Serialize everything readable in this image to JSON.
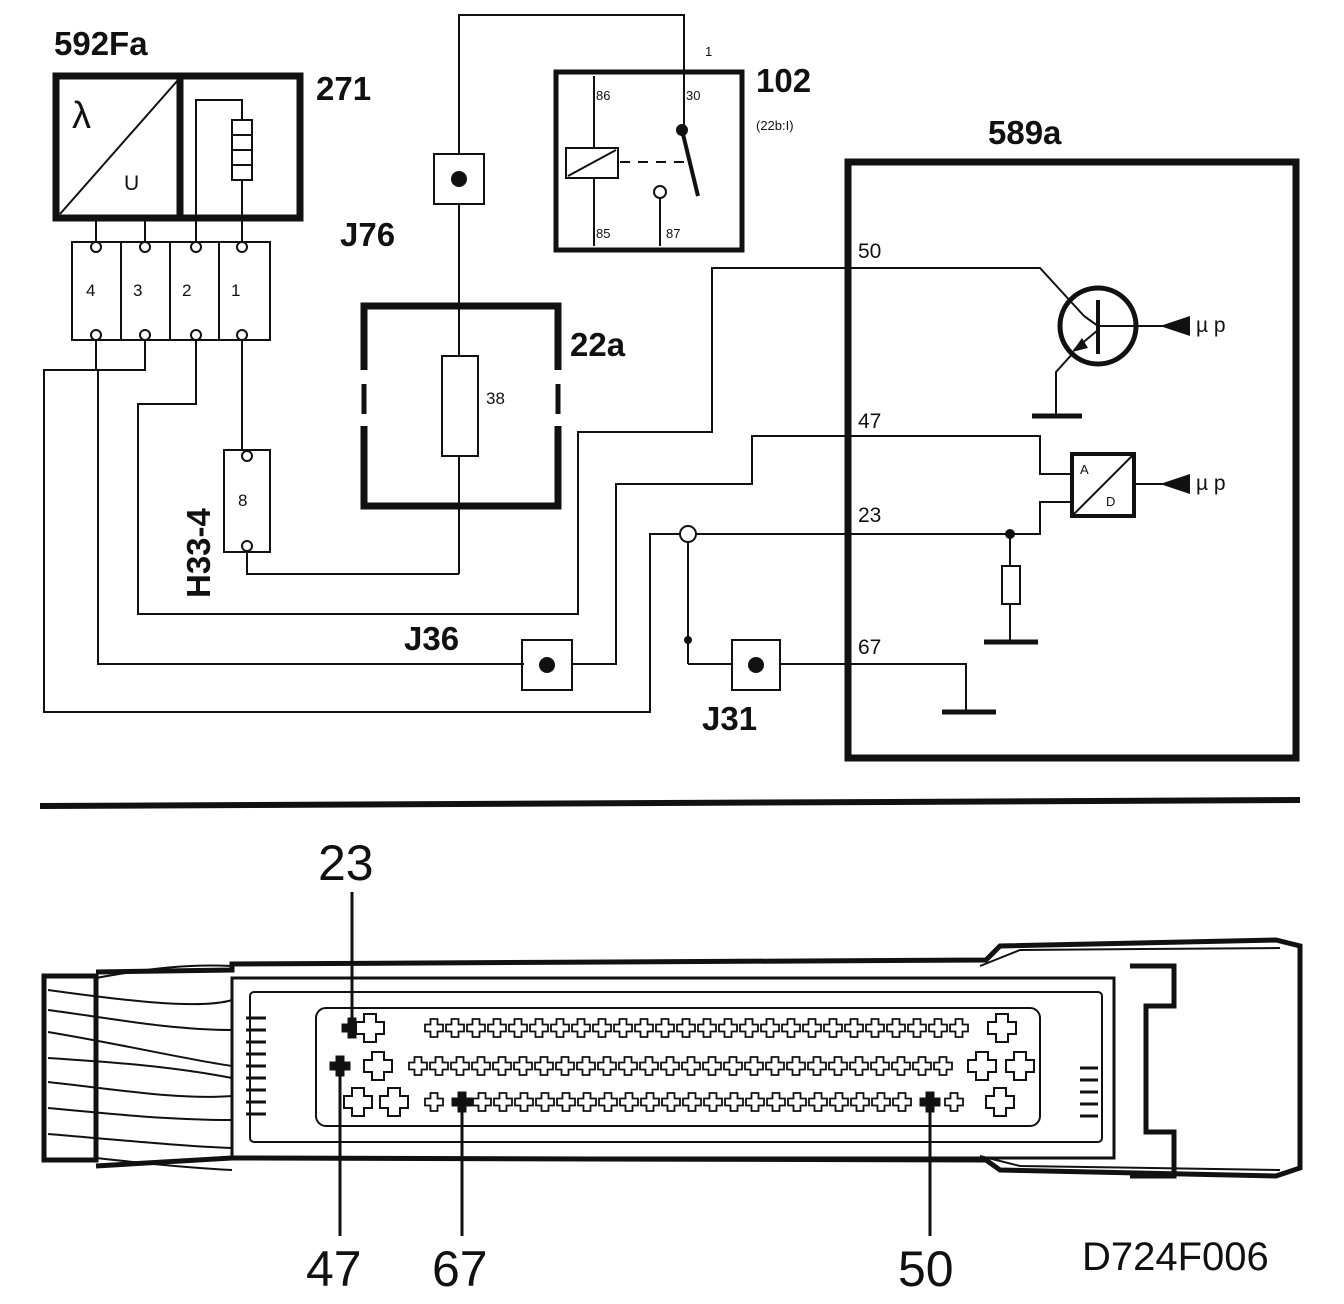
{
  "components": {
    "lambda_sensor": {
      "label": "592Fa",
      "symbol_lambda": "λ",
      "symbol_u": "U"
    },
    "heater": {
      "label": "271"
    },
    "relay": {
      "label": "102",
      "sub": "(22b:I)",
      "pin_top": "1",
      "pin_86": "86",
      "pin_30": "30",
      "pin_85": "85",
      "pin_87": "87"
    },
    "connector_j76": {
      "label": "J76"
    },
    "fuse_box": {
      "label": "22a",
      "fuse": "38"
    },
    "connector_h33": {
      "label": "H33-4",
      "pin": "8"
    },
    "plug_pins": [
      "4",
      "3",
      "2",
      "1"
    ],
    "ecu": {
      "label": "589a",
      "pin_50": "50",
      "pin_47": "47",
      "pin_23": "23",
      "pin_67": "67",
      "ad_a": "A",
      "ad_d": "D",
      "mu_p_1": "µ p",
      "mu_p_2": "µ p"
    },
    "connector_j36": {
      "label": "J36"
    },
    "connector_j31": {
      "label": "J31"
    }
  },
  "ecu_connector_callouts": {
    "top": "23",
    "bottom_left": "47",
    "bottom_mid": "67",
    "bottom_right": "50"
  },
  "figure_code": "D724F006"
}
